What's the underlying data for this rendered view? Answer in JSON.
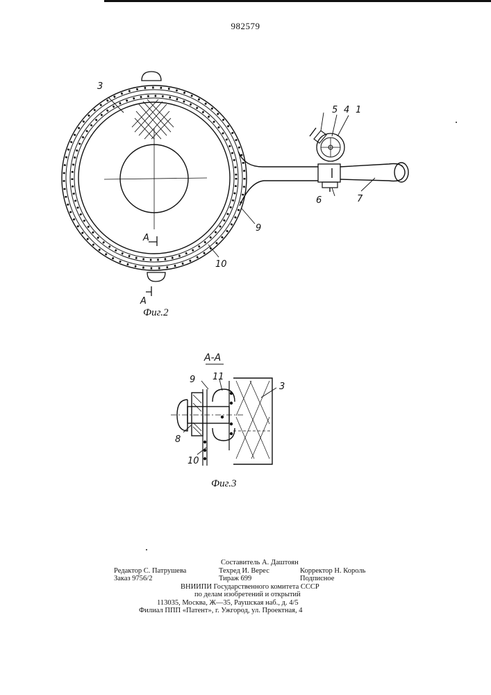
{
  "document": {
    "patent_number": "982579"
  },
  "figure2": {
    "caption": "Фиг.2",
    "labels": {
      "n1": "1",
      "n3": "3",
      "n4": "4",
      "n5": "5",
      "n6": "6",
      "n7": "7",
      "n9": "9",
      "n10": "10"
    },
    "section_mark": "А"
  },
  "figure3": {
    "title": "А-А",
    "caption": "Фиг.3",
    "labels": {
      "n3": "3",
      "n8": "8",
      "n9": "9",
      "n10": "10",
      "n11": "11"
    }
  },
  "footer": {
    "compiler": "Составитель А. Даштоян",
    "editor": "Редактор С. Патрушева",
    "techred": "Техред И. Верес",
    "corrector": "Корректор Н. Король",
    "order": "Заказ 9756/2",
    "circulation": "Тираж 699",
    "subscription": "Подписное",
    "org_line1": "ВНИИПИ  Государственного  комитета  СССР",
    "org_line2": "по  делам  изобретений  и  открытий",
    "org_address": "113035,  Москва,  Ж—35,  Раушская  наб.,  д.  4/5",
    "branch": "Филиал  ППП  «Патент»,  г.  Ужгород,  ул.  Проектная,  4"
  }
}
